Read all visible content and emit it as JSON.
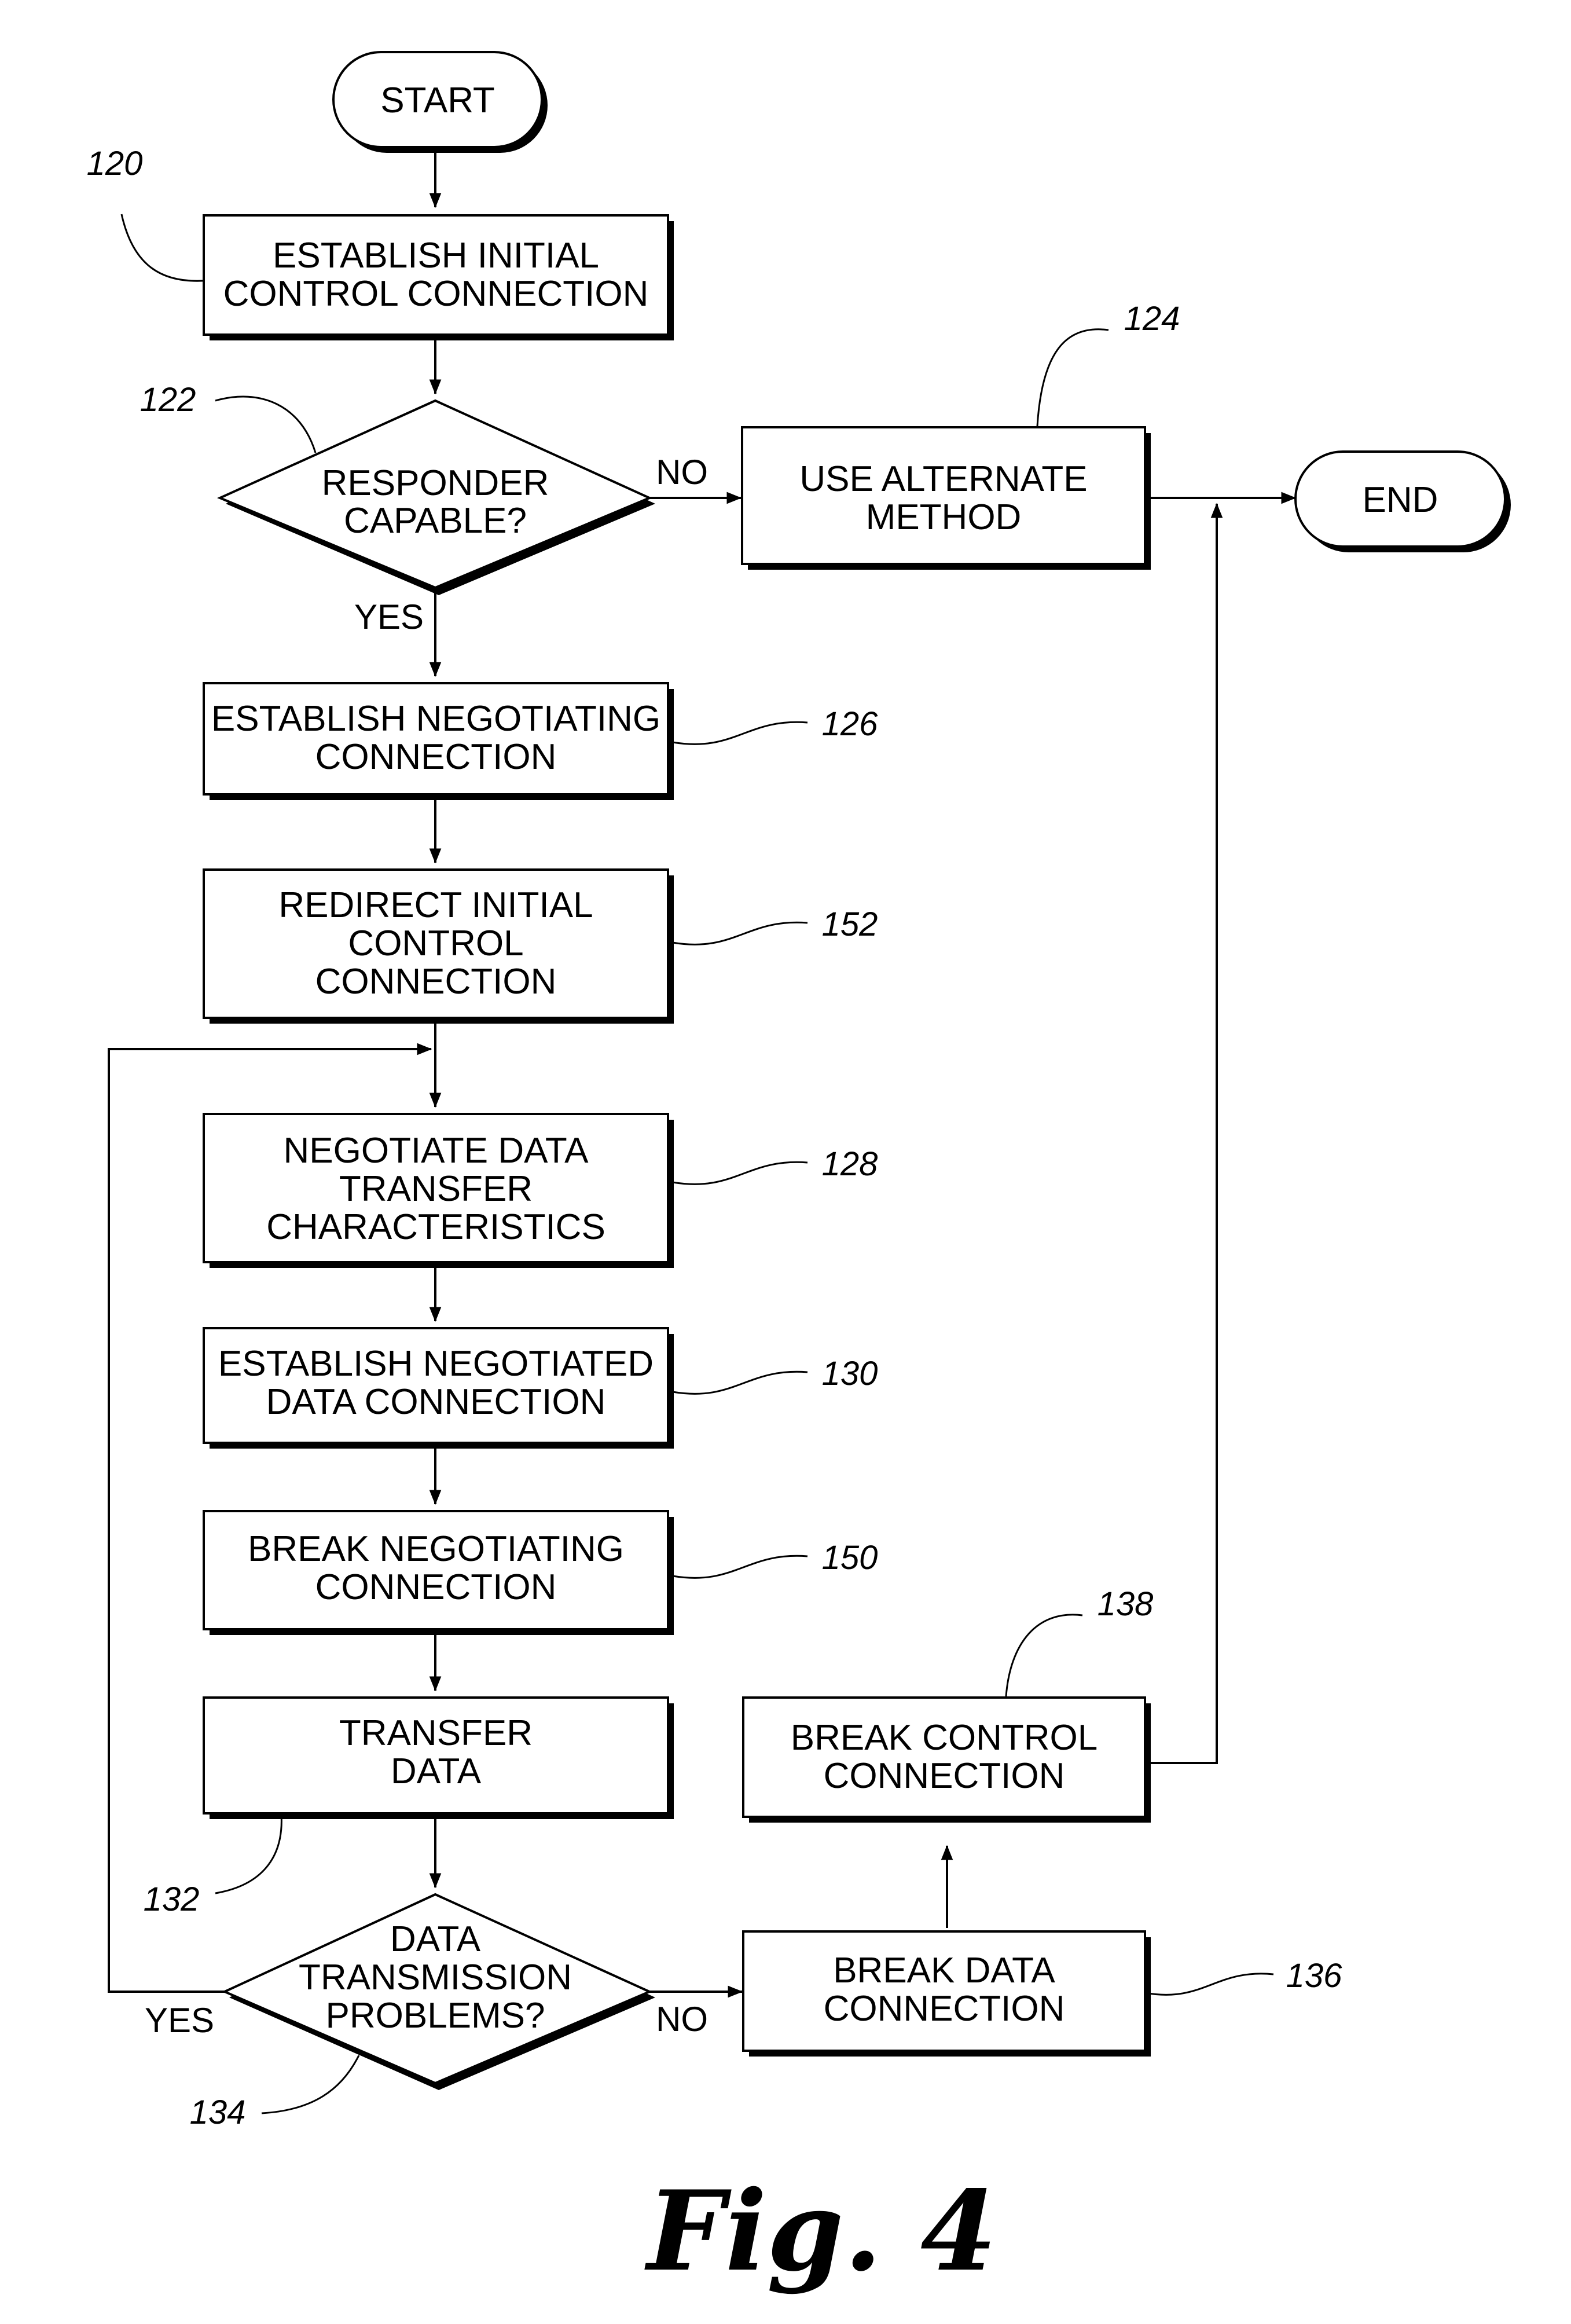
{
  "nodes": {
    "start": "START",
    "end": "END",
    "n120": [
      "ESTABLISH INITIAL",
      "CONTROL CONNECTION"
    ],
    "n122": [
      "RESPONDER",
      "CAPABLE?"
    ],
    "n124": [
      "USE ALTERNATE",
      "METHOD"
    ],
    "n126": [
      "ESTABLISH NEGOTIATING",
      "CONNECTION"
    ],
    "n152": [
      "REDIRECT INITIAL",
      "CONTROL",
      "CONNECTION"
    ],
    "n128": [
      "NEGOTIATE DATA",
      "TRANSFER",
      "CHARACTERISTICS"
    ],
    "n130": [
      "ESTABLISH NEGOTIATED",
      "DATA CONNECTION"
    ],
    "n150": [
      "BREAK NEGOTIATING",
      "CONNECTION"
    ],
    "n132": [
      "TRANSFER",
      "DATA"
    ],
    "n134": [
      "DATA",
      "TRANSMISSION",
      "PROBLEMS?"
    ],
    "n136": [
      "BREAK DATA",
      "CONNECTION"
    ],
    "n138": [
      "BREAK CONTROL",
      "CONNECTION"
    ]
  },
  "branch_labels": {
    "d122_no": "NO",
    "d122_yes": "YES",
    "d134_yes": "YES",
    "d134_no": "NO"
  },
  "refs": {
    "r120": "120",
    "r122": "122",
    "r124": "124",
    "r126": "126",
    "r152": "152",
    "r128": "128",
    "r130": "130",
    "r150": "150",
    "r132": "132",
    "r134": "134",
    "r136": "136",
    "r138": "138"
  },
  "caption": "Fig. 4"
}
